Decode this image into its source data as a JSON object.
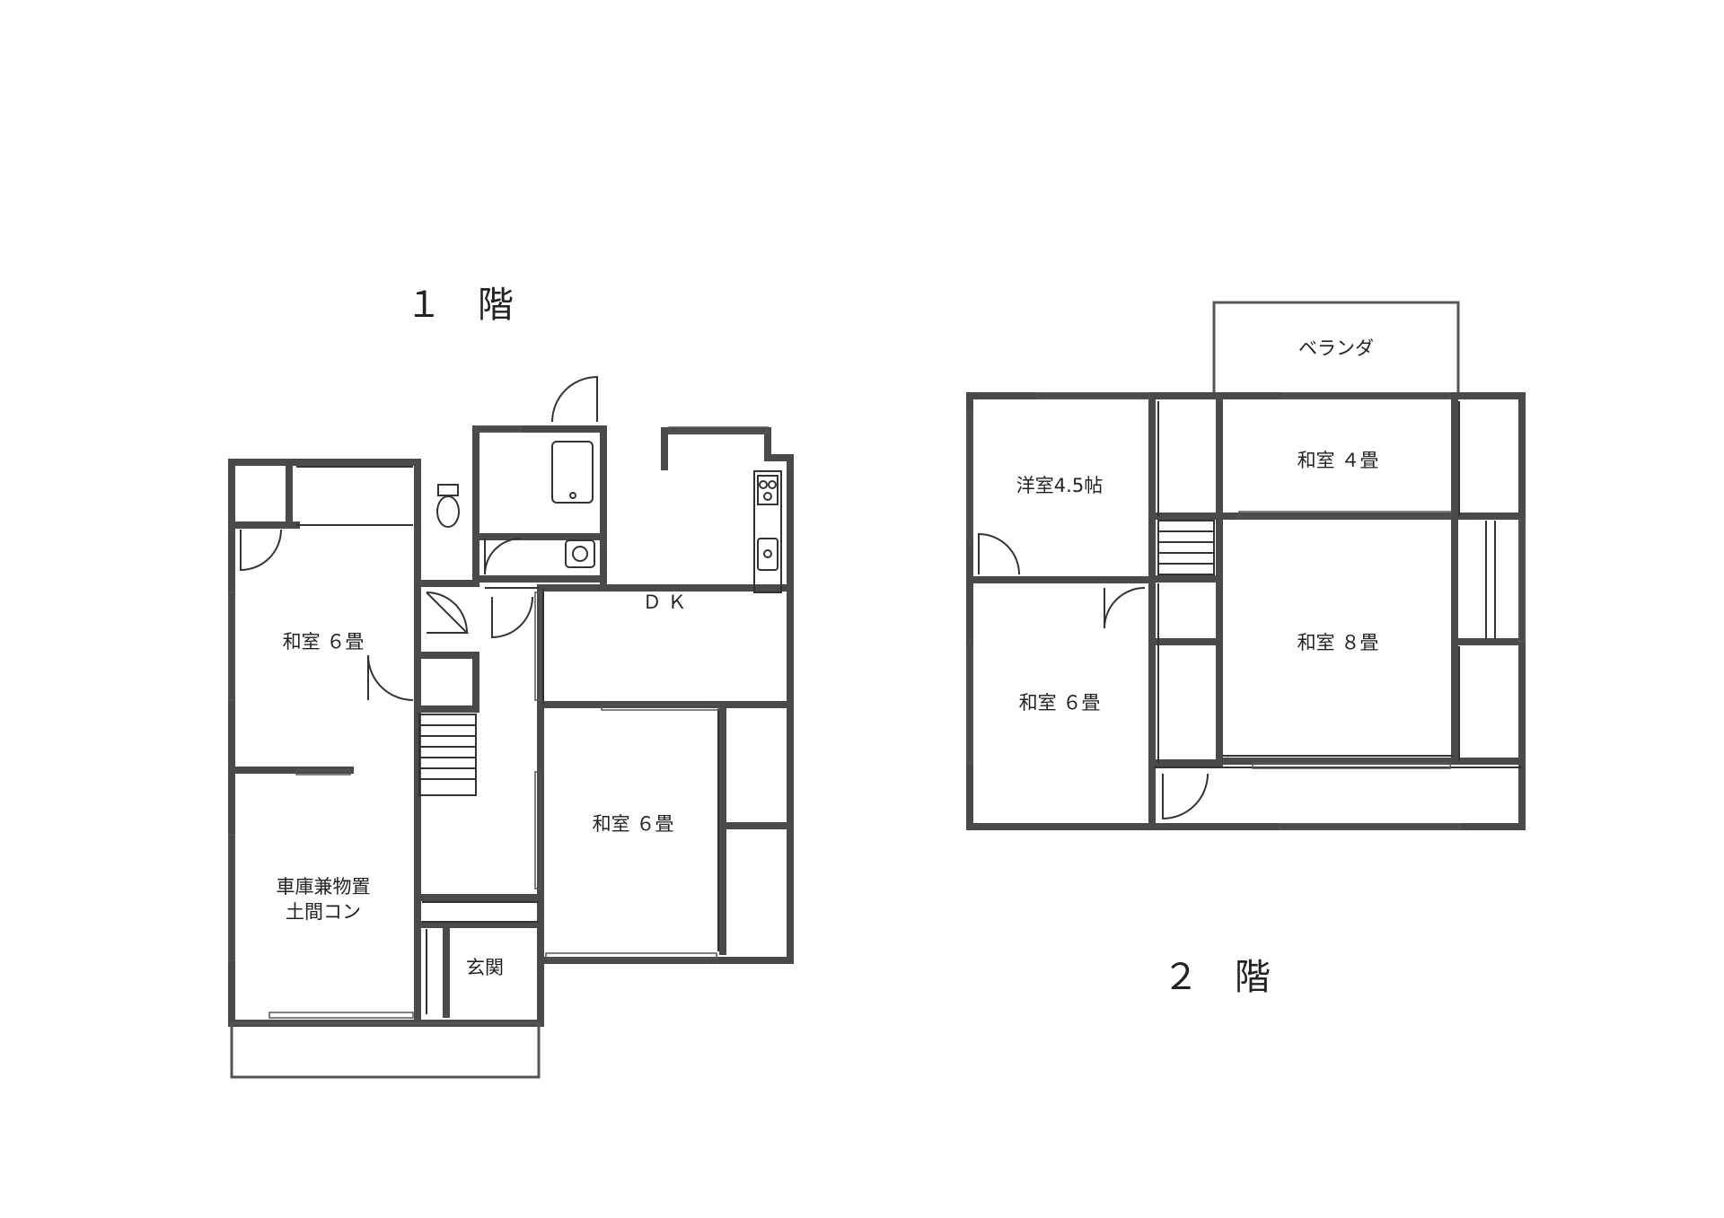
{
  "floor1": {
    "title": "１　階",
    "rooms": {
      "washitsu_a": "和室 ６畳",
      "garage_l1": "車庫兼物置",
      "garage_l2": "土間コン",
      "genkan": "玄関",
      "dk": "Ｄ Ｋ",
      "washitsu_b": "和室 ６畳"
    }
  },
  "floor2": {
    "title": "２　階",
    "rooms": {
      "veranda": "ベランダ",
      "yoshitsu": "洋室4.5帖",
      "washitsu_4": "和室 ４畳",
      "washitsu_8": "和室 ８畳",
      "washitsu_6": "和室 ６畳"
    }
  }
}
